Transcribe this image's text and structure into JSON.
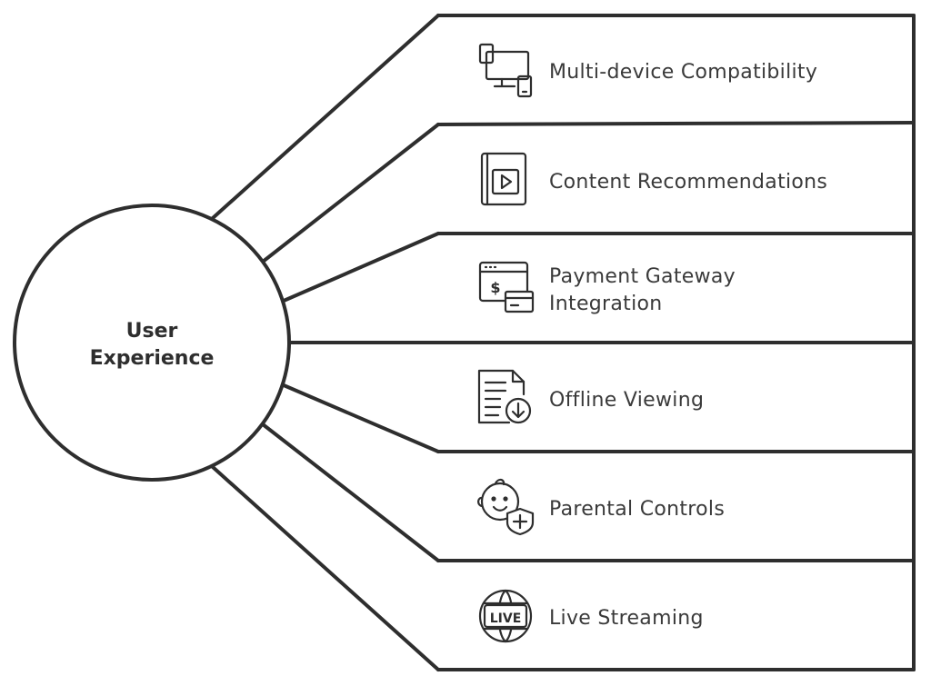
{
  "hub": {
    "line1": "User",
    "line2": "Experience"
  },
  "features": [
    {
      "icon": "devices-icon",
      "line1": "Multi-device Compatibility",
      "line2": ""
    },
    {
      "icon": "video-book-icon",
      "line1": "Content Recommendations",
      "line2": ""
    },
    {
      "icon": "payment-window-icon",
      "line1": "Payment Gateway",
      "line2": "Integration"
    },
    {
      "icon": "document-download-icon",
      "line1": "Offline Viewing",
      "line2": ""
    },
    {
      "icon": "child-shield-icon",
      "line1": "Parental Controls",
      "line2": ""
    },
    {
      "icon": "live-globe-icon",
      "line1": "Live Streaming",
      "line2": ""
    }
  ],
  "icon_texts": {
    "live": "LIVE",
    "dollar": "$"
  },
  "colors": {
    "stroke": "#2e2e2e",
    "text": "#3a3a3a",
    "background": "#ffffff"
  }
}
